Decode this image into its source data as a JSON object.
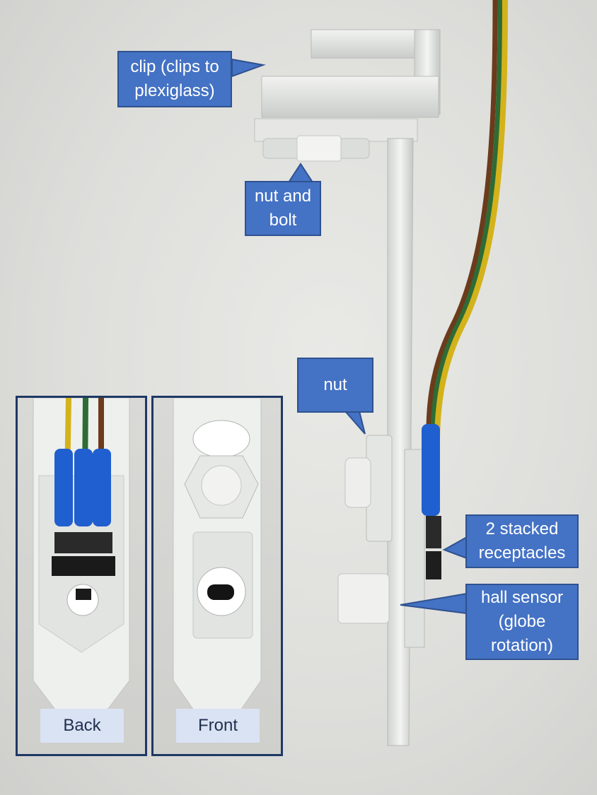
{
  "callouts": {
    "clip": "clip (clips to\nplexiglass)",
    "nut_and_bolt": "nut and\nbolt",
    "nut": "nut",
    "receptacles": "2 stacked\nreceptacles",
    "hall_sensor": "hall sensor\n(globe\nrotation)"
  },
  "panels": {
    "back_label": "Back",
    "front_label": "Front"
  },
  "colors": {
    "callout_fill": "#4472c4",
    "callout_border": "#2f528f",
    "panel_border": "#1f3864",
    "label_fill": "#dae3f3",
    "wire_yellow": "#d4b21a",
    "wire_green": "#2e6b35",
    "wire_brown": "#6b3b1c",
    "heat_shrink_blue": "#1f5fd0"
  }
}
